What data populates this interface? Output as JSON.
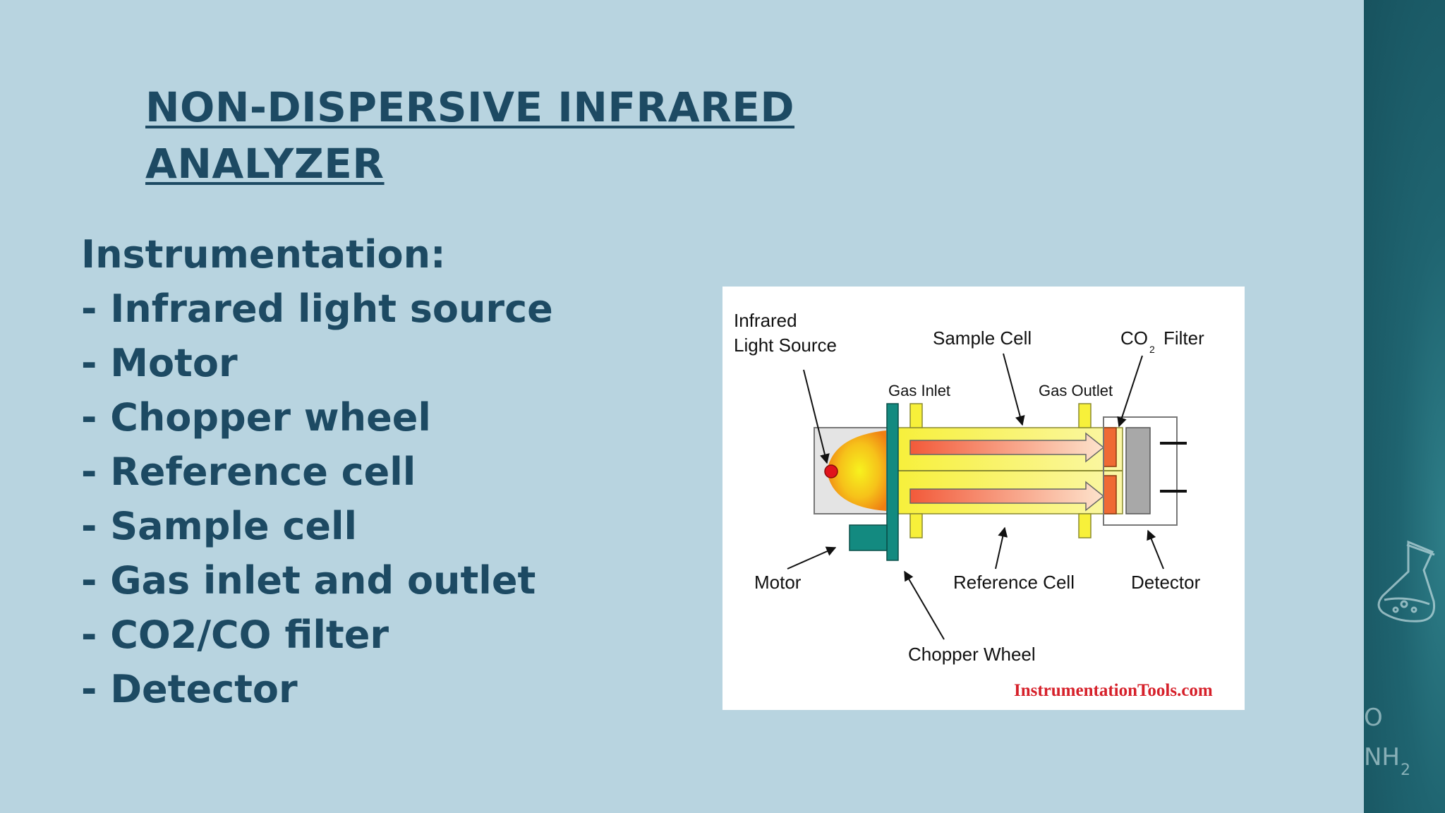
{
  "slide": {
    "title_line1": "NON-DISPERSIVE INFRARED",
    "title_line2": "ANALYZER",
    "heading": "Instrumentation:",
    "items": [
      "- Infrared light source",
      "- Motor",
      "- Chopper wheel",
      "- Reference cell",
      "- Sample cell",
      "- Gas inlet and outlet",
      "- CO2/CO filter",
      "- Detector"
    ]
  },
  "diagram": {
    "label_infrared": "Infrared",
    "label_light_source": "Light Source",
    "label_sample_cell": "Sample Cell",
    "label_co": "CO",
    "label_co_sub": "2",
    "label_filter": "Filter",
    "label_gas_inlet": "Gas Inlet",
    "label_gas_outlet": "Gas Outlet",
    "label_motor": "Motor",
    "label_reference_cell": "Reference Cell",
    "label_detector": "Detector",
    "label_chopper_wheel": "Chopper Wheel",
    "credit": "InstrumentationTools.com"
  },
  "decoration": {
    "chem_o": "O",
    "chem_nh": "NH",
    "chem_sub": "2"
  },
  "colors": {
    "background": "#b8d4e0",
    "text": "#1d4a63",
    "side_panel": "#1f6470",
    "credit": "#d6202a"
  }
}
